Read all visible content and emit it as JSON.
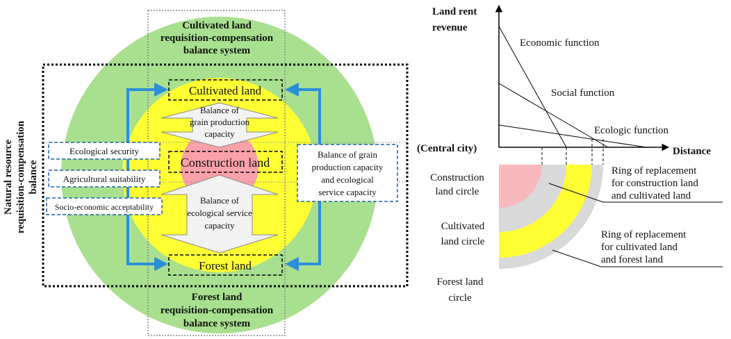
{
  "left_diagram": {
    "top_system": [
      "Cultivated land",
      "requisition-compensation",
      "balance system"
    ],
    "bottom_system": [
      "Forest land",
      "requisition-compensation",
      "balance system"
    ],
    "side_system": [
      "Natural resource",
      "requisition-compensation",
      "balance"
    ],
    "center_boxes": {
      "cultivated": "Cultivated land",
      "construction": "Construction land",
      "forest": "Forest land"
    },
    "arrow_upper": [
      "Balance of",
      "grain production",
      "capacity"
    ],
    "arrow_lower": [
      "Balance of",
      "ecological service",
      "capacity"
    ],
    "left_criteria": [
      "Ecological security",
      "Agricultural suitability",
      "Socio-economic acceptability"
    ],
    "right_box": [
      "Balance of grain",
      "production capacity",
      "and ecological",
      "service capacity"
    ],
    "colors": {
      "outer_ring": "#a8e08f",
      "middle_ring": "#ffff33",
      "inner_circle": "#f9a0a8",
      "blue_arrow": "#2b8fd8",
      "dashed_box_blue": "#1f5fa8"
    }
  },
  "right_chart": {
    "ylabel": [
      "Land rent",
      "revenue"
    ],
    "xlabel": "Distance",
    "origin_label": "(Central city)",
    "lines": {
      "economic": "Economic function",
      "social": "Social function",
      "ecologic": "Ecologic function"
    },
    "circle_labels": {
      "construction": [
        "Construction",
        "land circle"
      ],
      "cultivated": [
        "Cultivated",
        "land circle"
      ],
      "forest": [
        "Forest land",
        "circle"
      ]
    },
    "ring_labels": {
      "ring1": [
        "Ring of replacement",
        "for construction land",
        "and cultivated land"
      ],
      "ring2": [
        "Ring of replacement",
        "for cultivated land",
        "and forest land"
      ]
    },
    "colors": {
      "construction": "#f9b8bc",
      "replacement": "#d9d9d9",
      "cultivated": "#ffff33",
      "forest": "#a8e08f"
    }
  }
}
